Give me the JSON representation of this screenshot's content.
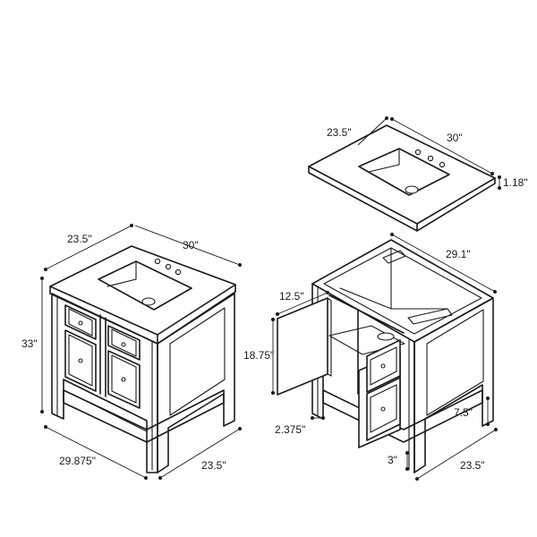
{
  "dimensions": {
    "top_depth": "23.5\"",
    "top_width": "30\"",
    "top_thickness": "1.18\"",
    "inner_width": "29.1\"",
    "door_width": "12.5\"",
    "door_height": "18.75\"",
    "leg_offset": "2.375\"",
    "shelf_height": "7.5\"",
    "toe_height": "3\"",
    "cabinet_depth_right": "23.5\"",
    "vanity_depth": "23.5\"",
    "vanity_width": "30\"",
    "vanity_height": "33\"",
    "base_width": "29.875\"",
    "base_depth": "23.5\""
  }
}
